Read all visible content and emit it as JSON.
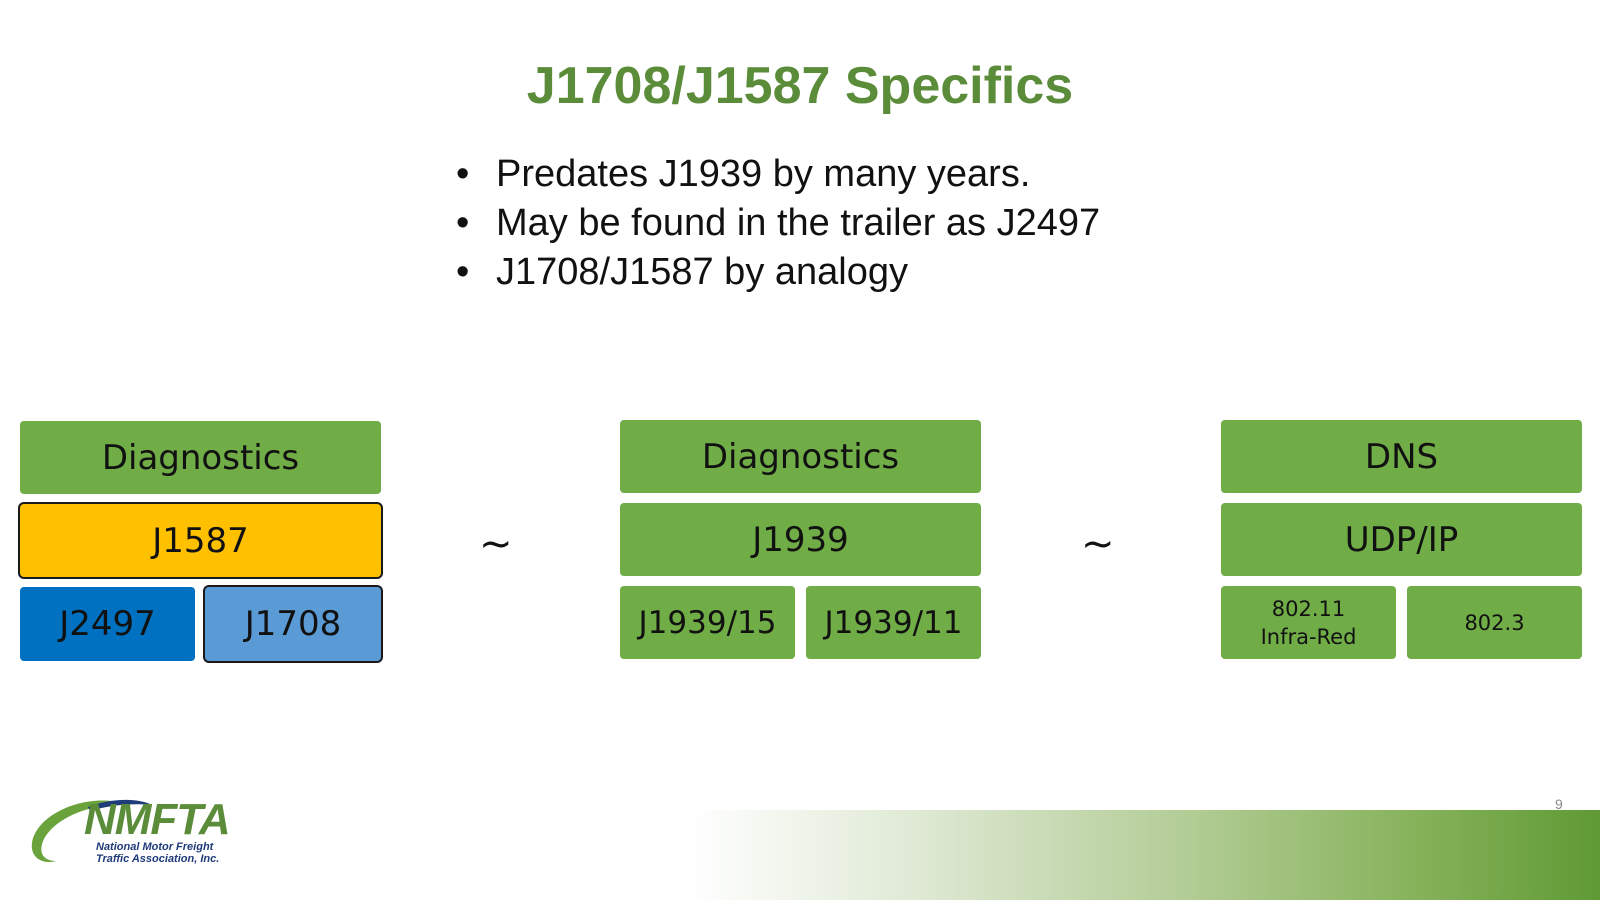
{
  "slide": {
    "title": "J1708/J1587 Specifics",
    "bullets": [
      "Predates J1939 by many years.",
      "May be found in the trailer as J2497",
      "J1708/J1587 by analogy"
    ],
    "bullet_glyph": "•",
    "page_number": "9"
  },
  "stacks": {
    "left": {
      "top": "Diagnostics",
      "middle": "J1587",
      "bottom_left": "J2497",
      "bottom_right": "J1708"
    },
    "center": {
      "top": "Diagnostics",
      "middle": "J1939",
      "bottom_left": "J1939/15",
      "bottom_right": "J1939/11"
    },
    "right": {
      "top": "DNS",
      "middle": "UDP/IP",
      "bottom_left": "802.11 Infra-Red",
      "bottom_right": "802.3"
    },
    "analogy_symbol": "~"
  },
  "logo": {
    "name": "NMFTA",
    "line1": "National Motor Freight",
    "line2": "Traffic Association, Inc."
  },
  "colors": {
    "title": "#5b8c3a",
    "green_box": "#70ad47",
    "j1587": "#ffc000",
    "j2497": "#0070c0",
    "j1708": "#5b9bd5"
  }
}
